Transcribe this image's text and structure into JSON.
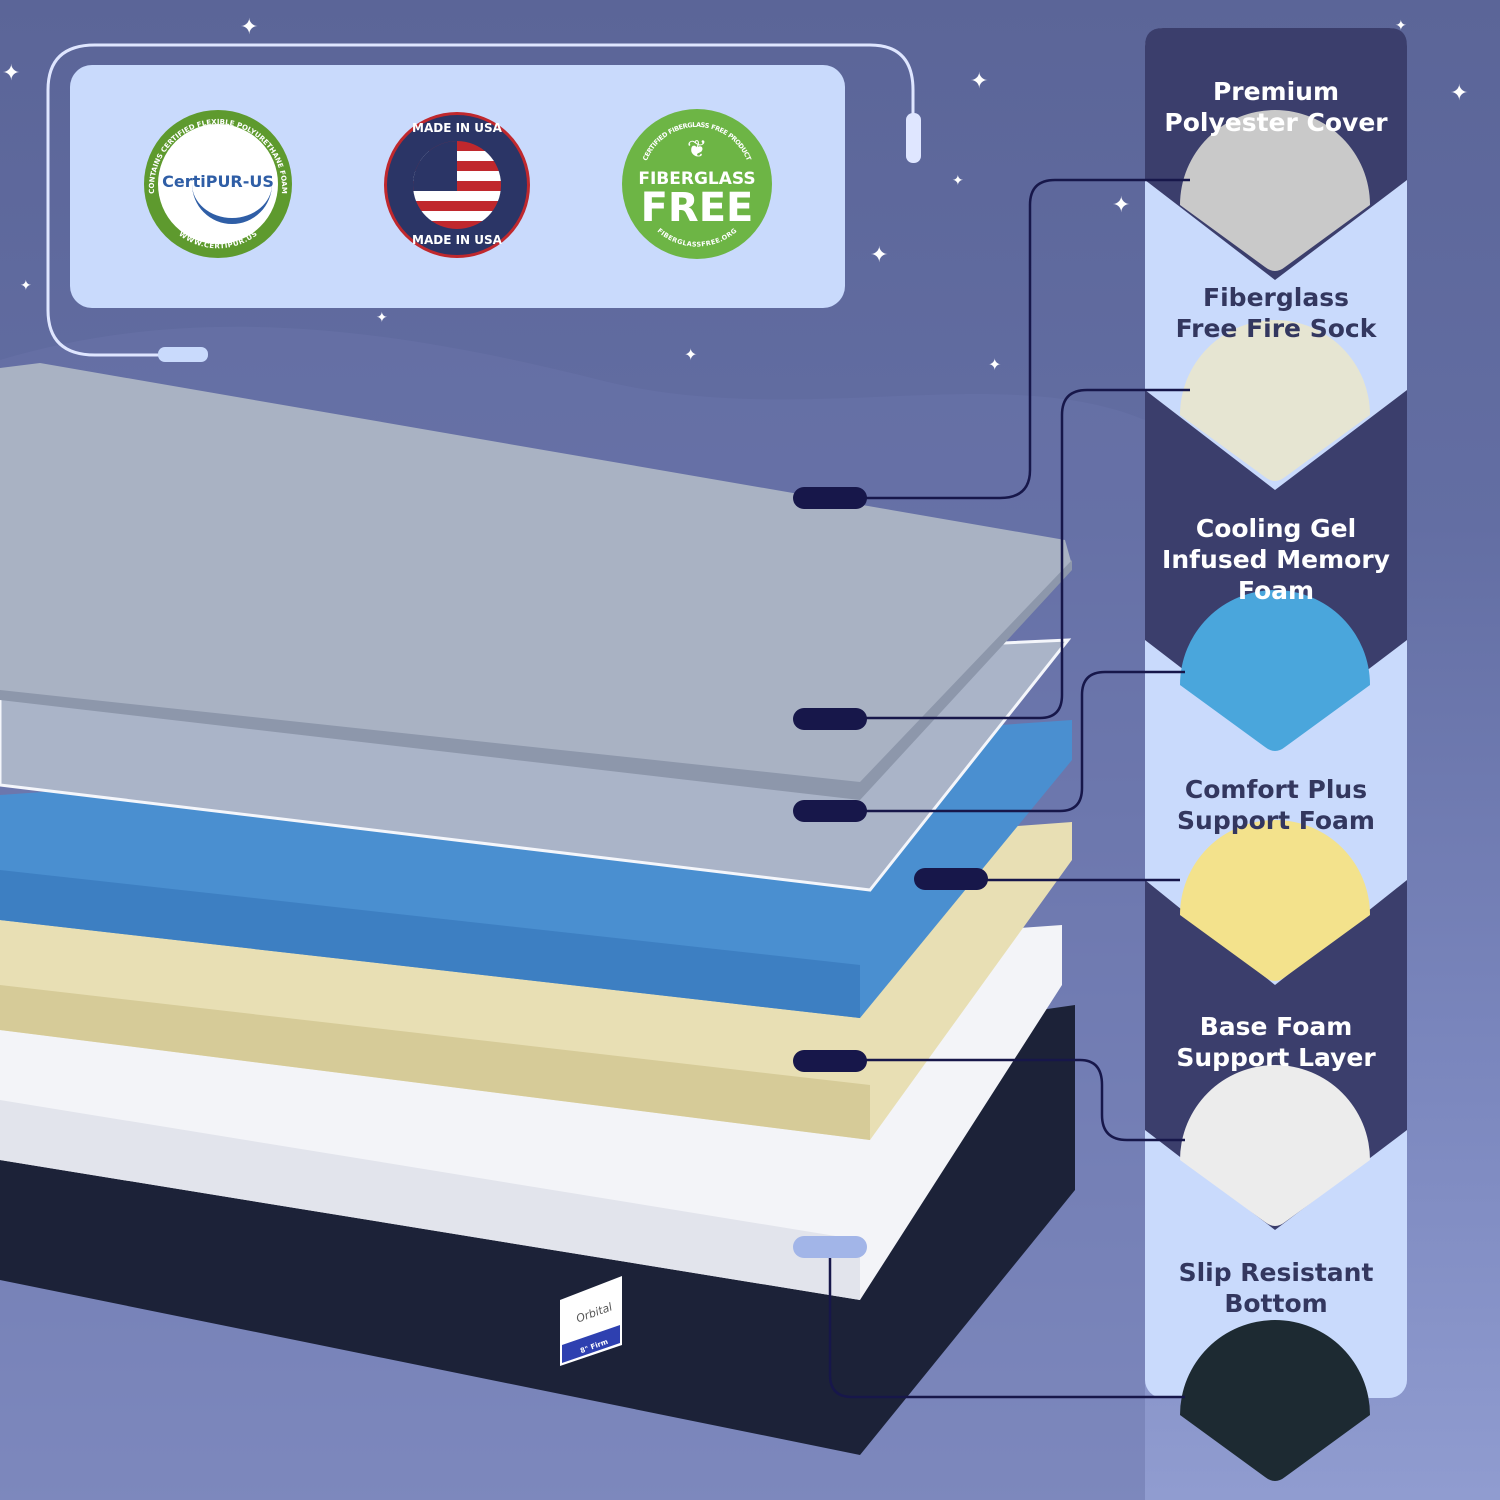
{
  "badges": {
    "certipur": {
      "name": "CertiPUR-US",
      "ring_text": "CONTAINS CERTIFIED FLEXIBLE POLYURETHANE FOAM",
      "url": "WWW.CERTIPUR.US",
      "color": "#5e9a2e"
    },
    "usa": {
      "top_text": "MADE IN USA",
      "bottom_text": "MADE IN USA",
      "color": "#2b3566"
    },
    "fiberglass": {
      "line1": "FIBERGLASS",
      "line2": "FREE",
      "ring_text": "CERTIFIED FIBERGLASS FREE PRODUCT",
      "url": "FIBERGLASSFREE.ORG",
      "color": "#6db545"
    }
  },
  "layers": [
    {
      "label": "Premium Polyester Cover",
      "swatch_color": "#c9c9c9"
    },
    {
      "label": "Fiberglass Free Fire Sock",
      "swatch_color": "#e6e5d2"
    },
    {
      "label": "Cooling Gel Infused Memory Foam",
      "swatch_color": "#4aa6dc"
    },
    {
      "label": "Comfort Plus Support Foam",
      "swatch_color": "#f3e28c"
    },
    {
      "label": "Base Foam Support Layer",
      "swatch_color": "#ececec"
    },
    {
      "label": "Slip Resistant Bottom",
      "swatch_color": "#1d2a32"
    }
  ],
  "mattress_tag": {
    "brand": "Orbital",
    "firmness": "8\" Firm"
  },
  "colors": {
    "column_dark": "#3b3e6c",
    "column_light": "#c9dafc",
    "connector": "#17174a"
  }
}
